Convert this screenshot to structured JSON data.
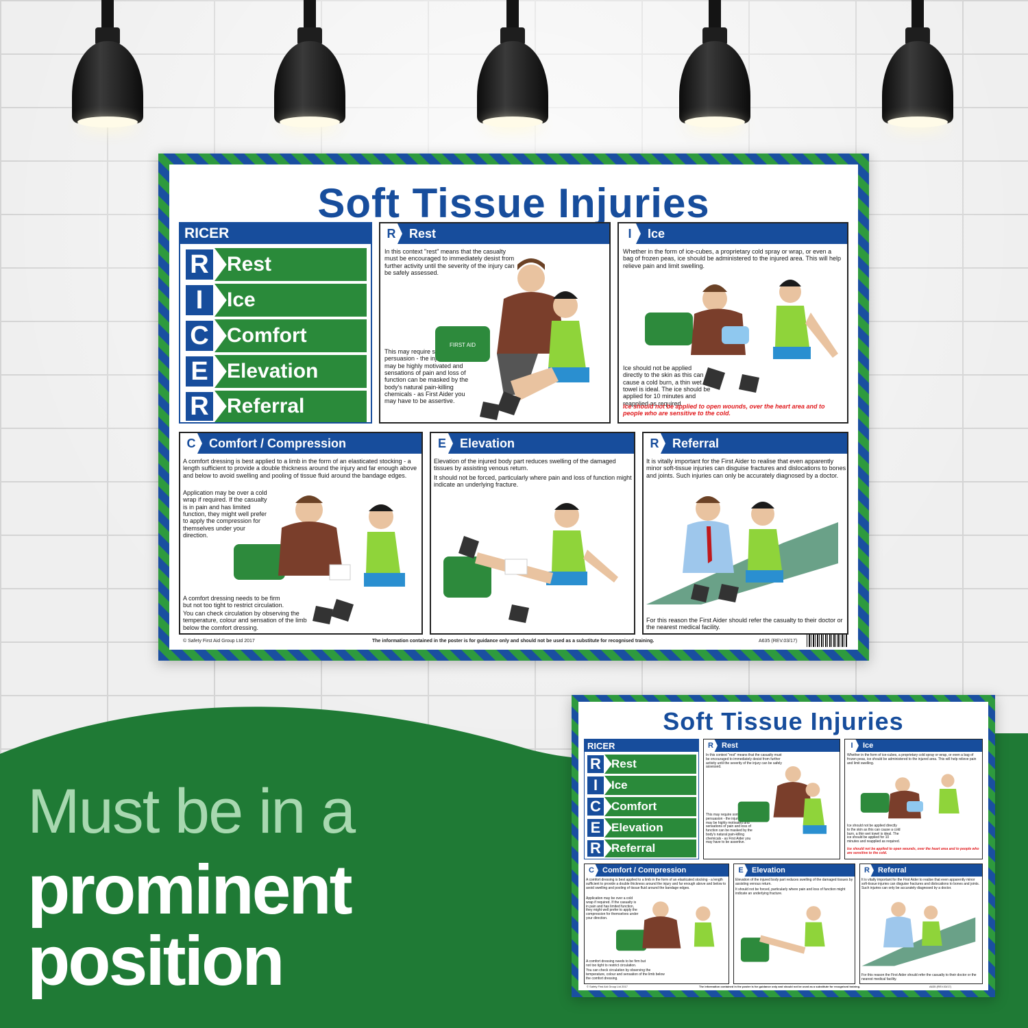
{
  "poster": {
    "title": "Soft Tissue Injuries",
    "ricer": {
      "heading": "RICER",
      "items": [
        {
          "letter": "R",
          "label": "Rest"
        },
        {
          "letter": "I",
          "label": "Ice"
        },
        {
          "letter": "C",
          "label": "Comfort"
        },
        {
          "letter": "E",
          "label": "Elevation"
        },
        {
          "letter": "R",
          "label": "Referral"
        }
      ]
    },
    "rest": {
      "letter": "R",
      "heading": "Rest",
      "text1": "In this context \"rest\" means that the casualty must be encouraged to immediately desist from further activity until the severity of the injury can be safely assessed.",
      "text2": "This may require some persuasion - the injured athlete may be highly motivated and sensations of pain and loss of function can be masked by the body's natural pain-killing chemicals - as First Aider you may have to be assertive."
    },
    "ice": {
      "letter": "I",
      "heading": "Ice",
      "text1": "Whether in the form of ice-cubes, a proprietary cold spray or wrap, or even a bag of frozen peas, ice should be administered to the injured area. This will help relieve pain and limit swelling.",
      "text2": "Ice should not be applied directly to the skin as this can cause a cold burn, a thin wet towel is ideal. The ice should be applied for 10 minutes and reapplied as required.",
      "warning": "Ice should not be applied to open wounds, over the heart area and to people who are sensitive to the cold."
    },
    "comfort": {
      "letter": "C",
      "heading": "Comfort / Compression",
      "text1": "A comfort dressing is best applied to a limb in the form of an elasticated stocking - a length sufficient to provide a double thickness around the injury and far enough above and below to avoid swelling and pooling of tissue fluid around the bandage edges.",
      "text2": "Application may be over a cold wrap if required. If the casualty is in pain and has limited function, they might well prefer to apply the compression for themselves under your direction.",
      "text3": "A comfort dressing needs to be firm but not too tight to restrict circulation.",
      "text4": "You can check circulation by observing the temperature, colour and sensation of the limb below the comfort dressing."
    },
    "elevation": {
      "letter": "E",
      "heading": "Elevation",
      "text1": "Elevation of the injured body part reduces swelling of the damaged tissues by assisting venous return.",
      "text2": "It should not be forced, particularly where pain and loss of function might indicate an underlying fracture."
    },
    "referral": {
      "letter": "R",
      "heading": "Referral",
      "text1": "It is vitally important for the First Aider to realise that even apparently minor soft-tissue injuries can disguise fractures and dislocations to bones and joints. Such injuries can only be accurately diagnosed by a doctor.",
      "text2": "For this reason the First Aider should refer the casualty to their doctor or the nearest medical facility."
    },
    "kit_label": "FIRST AID",
    "footer": {
      "copyright": "© Safety First Aid Group Ltd 2017",
      "disclaimer": "The information contained in the poster is for guidance only and should not be used as a substitute for recognised training.",
      "code": "A635 (REV.03/17)"
    }
  },
  "banner": {
    "line1": "Must be in a",
    "line2": "prominent",
    "line3": "position"
  },
  "colors": {
    "poster_blue": "#174d9c",
    "poster_green": "#2a8a3a",
    "banner_green": "#1f7a35",
    "warning_red": "#e0181b"
  }
}
